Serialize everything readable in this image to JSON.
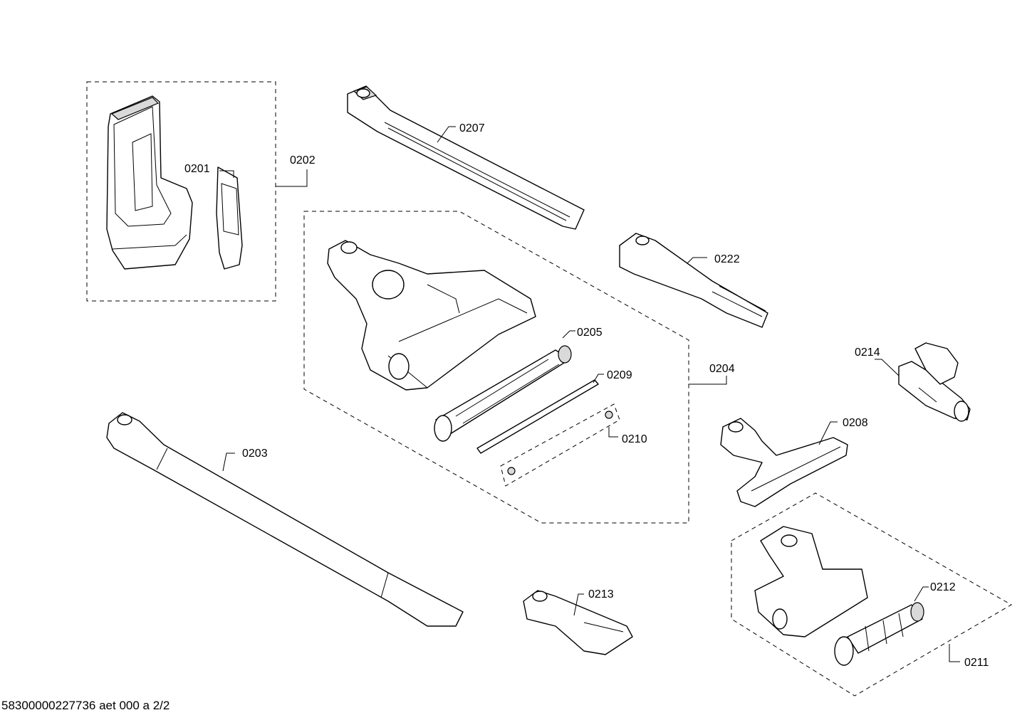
{
  "labels": {
    "p0201": "0201",
    "p0202": "0202",
    "p0203": "0203",
    "p0204": "0204",
    "p0205": "0205",
    "p0207": "0207",
    "p0208": "0208",
    "p0209": "0209",
    "p0210": "0210",
    "p0211": "0211",
    "p0212": "0212",
    "p0213": "0213",
    "p0214": "0214",
    "p0222": "0222"
  },
  "footer": "58300000227736 aet 000 a 2/2"
}
